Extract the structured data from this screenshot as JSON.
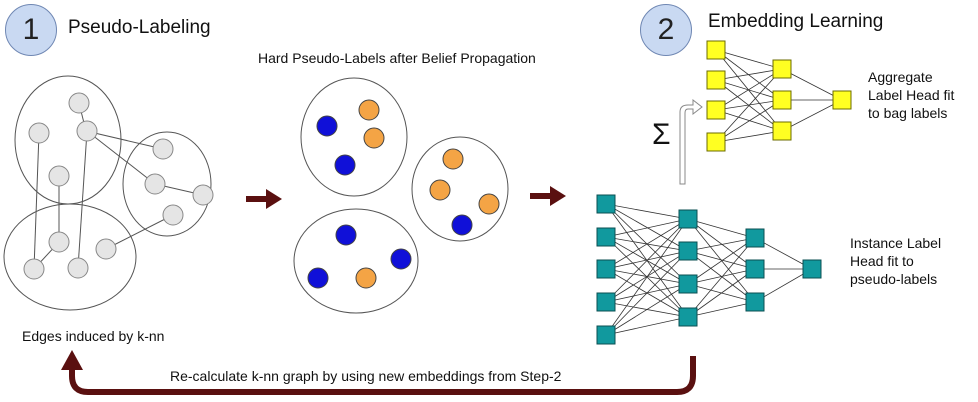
{
  "step1": {
    "number": "1",
    "title": "Pseudo-Labeling",
    "caption": "Edges induced by k-nn"
  },
  "step2": {
    "number": "2",
    "title": "Embedding Learning"
  },
  "middle_caption": "Hard Pseudo-Labels after Belief Propagation",
  "aggregate_label": "Aggregate Label Head fit to bag labels",
  "instance_label": "Instance Label Head fit to pseudo-labels",
  "sum_symbol": "Σ",
  "feedback_caption": "Re-calculate k-nn graph by using new embeddings from Step-2",
  "colors": {
    "node_gray": "#e5e5e5",
    "node_blue": "#1010d8",
    "node_orange": "#f4a445",
    "yellow_node": "#ffff22",
    "teal_node": "#11999e",
    "arrow": "#5a1010",
    "badge": "#c9d9f2"
  },
  "icons": {
    "arrow_right": "right-arrow-icon",
    "feedback": "feedback-arrow-icon",
    "up": "up-arrow-icon"
  }
}
